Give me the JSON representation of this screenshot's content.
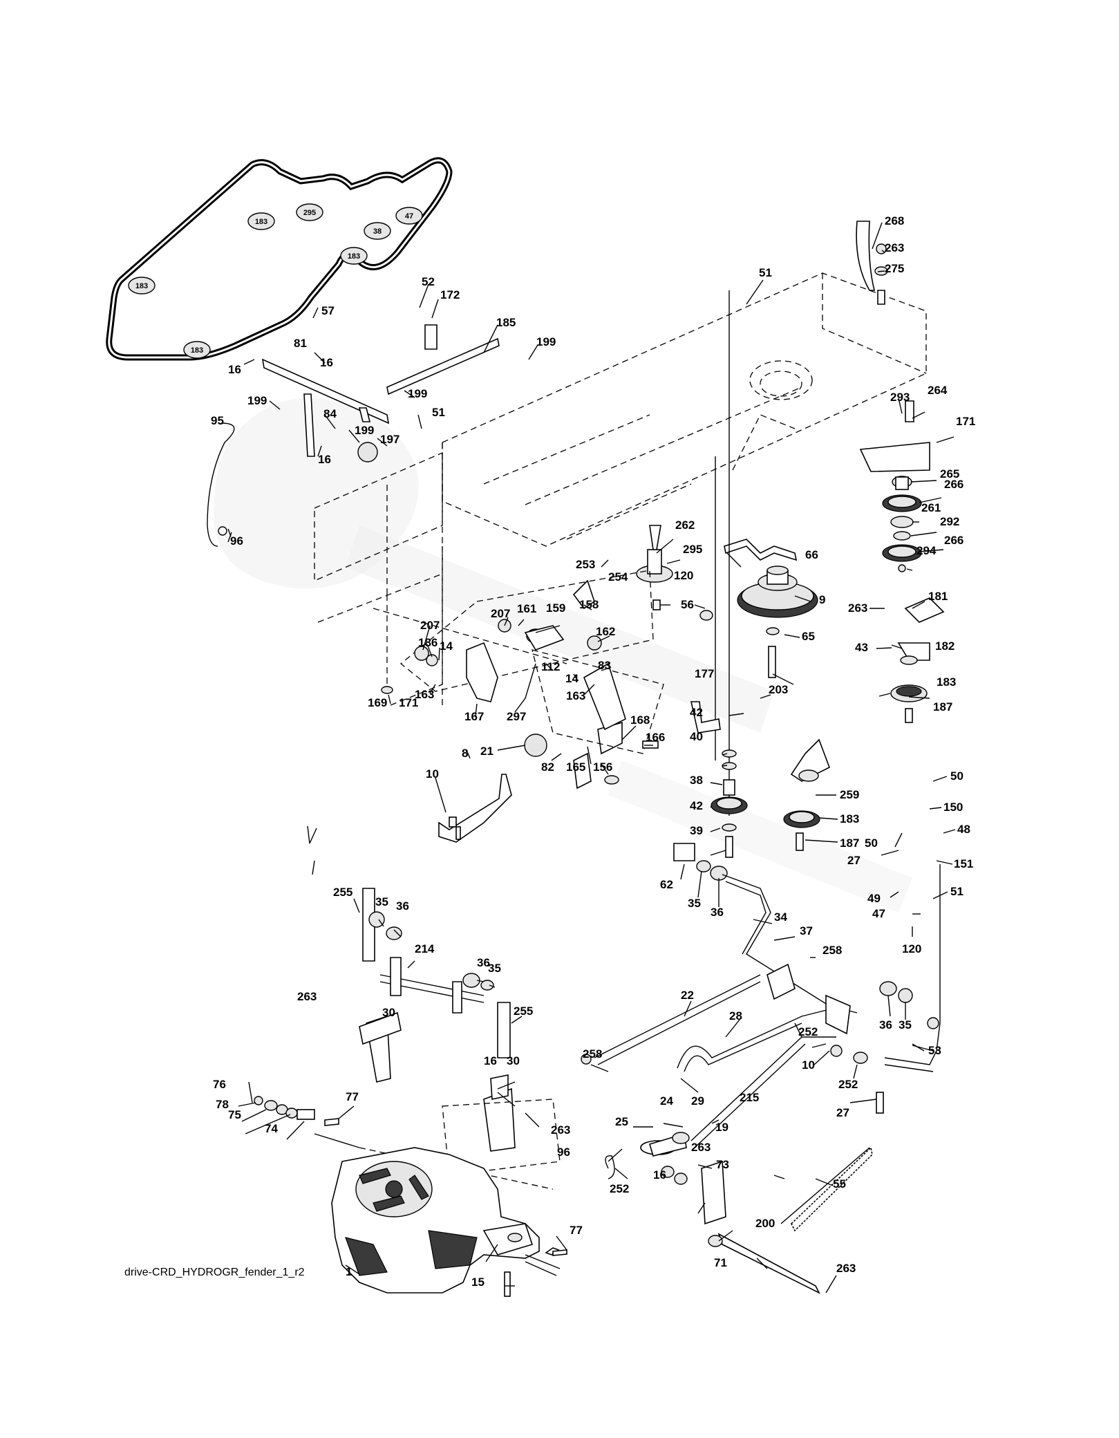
{
  "diagram": {
    "caption": "drive-CRD_HYDROGR_fender_1_r2",
    "belt_tags": [
      "183",
      "295",
      "38",
      "47",
      "183",
      "183",
      "183"
    ],
    "labels": [
      "268",
      "263",
      "275",
      "51",
      "52",
      "172",
      "185",
      "199",
      "57",
      "16",
      "81",
      "16",
      "199",
      "51",
      "199",
      "84",
      "199",
      "197",
      "16",
      "95",
      "96",
      "293",
      "264",
      "171",
      "265",
      "266",
      "261",
      "292",
      "266",
      "294",
      "262",
      "295",
      "120",
      "66",
      "253",
      "254",
      "56",
      "9",
      "263",
      "181",
      "43",
      "182",
      "65",
      "183",
      "187",
      "203",
      "177",
      "42",
      "40",
      "38",
      "42",
      "39",
      "259",
      "183",
      "187",
      "50",
      "50",
      "150",
      "48",
      "27",
      "151",
      "49",
      "51",
      "47",
      "120",
      "161",
      "159",
      "158",
      "207",
      "207",
      "186",
      "14",
      "162",
      "112",
      "14",
      "83",
      "163",
      "163",
      "169",
      "171",
      "167",
      "297",
      "168",
      "166",
      "21",
      "82",
      "165",
      "156",
      "10",
      "8",
      "62",
      "35",
      "36",
      "34",
      "37",
      "258",
      "255",
      "35",
      "36",
      "214",
      "36",
      "35",
      "255",
      "22",
      "28",
      "252",
      "36",
      "35",
      "263",
      "30",
      "258",
      "10",
      "29",
      "215",
      "252",
      "53",
      "27",
      "16",
      "30",
      "76",
      "77",
      "78",
      "75",
      "74",
      "263",
      "24",
      "25",
      "19",
      "96",
      "252",
      "263",
      "73",
      "16",
      "55",
      "200",
      "71",
      "263",
      "1",
      "77",
      "15"
    ]
  }
}
